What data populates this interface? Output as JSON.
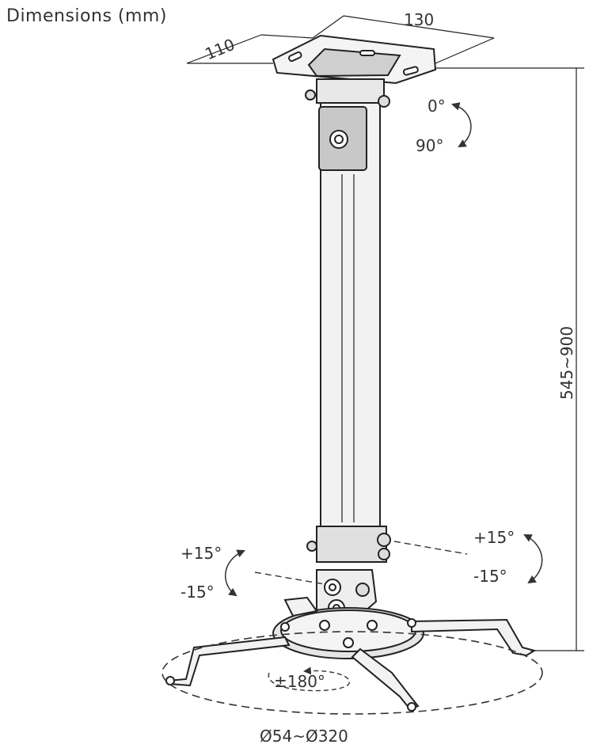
{
  "title": "Dimensions (mm)",
  "dimensions": {
    "plate_width": "130",
    "plate_depth": "110",
    "height_range": "545~900",
    "spread_range": "Ø54~Ø320"
  },
  "rotation": {
    "top_a": "0°",
    "top_b": "90°",
    "tilt_left_up": "+15°",
    "tilt_left_down": "-15°",
    "tilt_right_up": "+15°",
    "tilt_right_down": "-15°",
    "swivel": "±180°"
  }
}
